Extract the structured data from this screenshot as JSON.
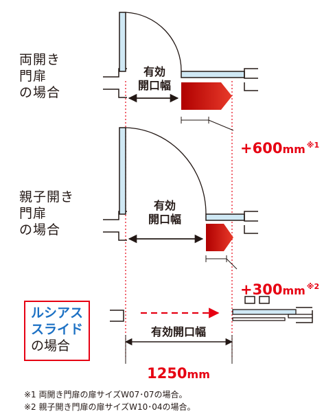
{
  "section_double": {
    "label": "両開き\n門扉\nの場合",
    "opening_label": "有効\n開口幅",
    "extra": "+600",
    "unit": "mm",
    "note_mark": "※1"
  },
  "section_parent_child": {
    "label": "親子開き\n門扉\nの場合",
    "opening_label": "有効\n開口幅",
    "extra": "+300",
    "unit": "mm",
    "note_mark": "※2"
  },
  "section_slide": {
    "label_line1": "ルシアス",
    "label_line2": "スライド",
    "label_line3": "の場合",
    "opening_label": "有効開口幅",
    "width_value": "1250",
    "width_unit": "mm"
  },
  "footnotes": [
    "※1 両開き門扉の扉サイズW07･07の場合。",
    "※2 親子開き門扉の扉サイズW10･04の場合。"
  ],
  "colors": {
    "accent_red": "#e60012",
    "accent_blue": "#1d71c4",
    "door_fill": "#cfe8f4"
  }
}
